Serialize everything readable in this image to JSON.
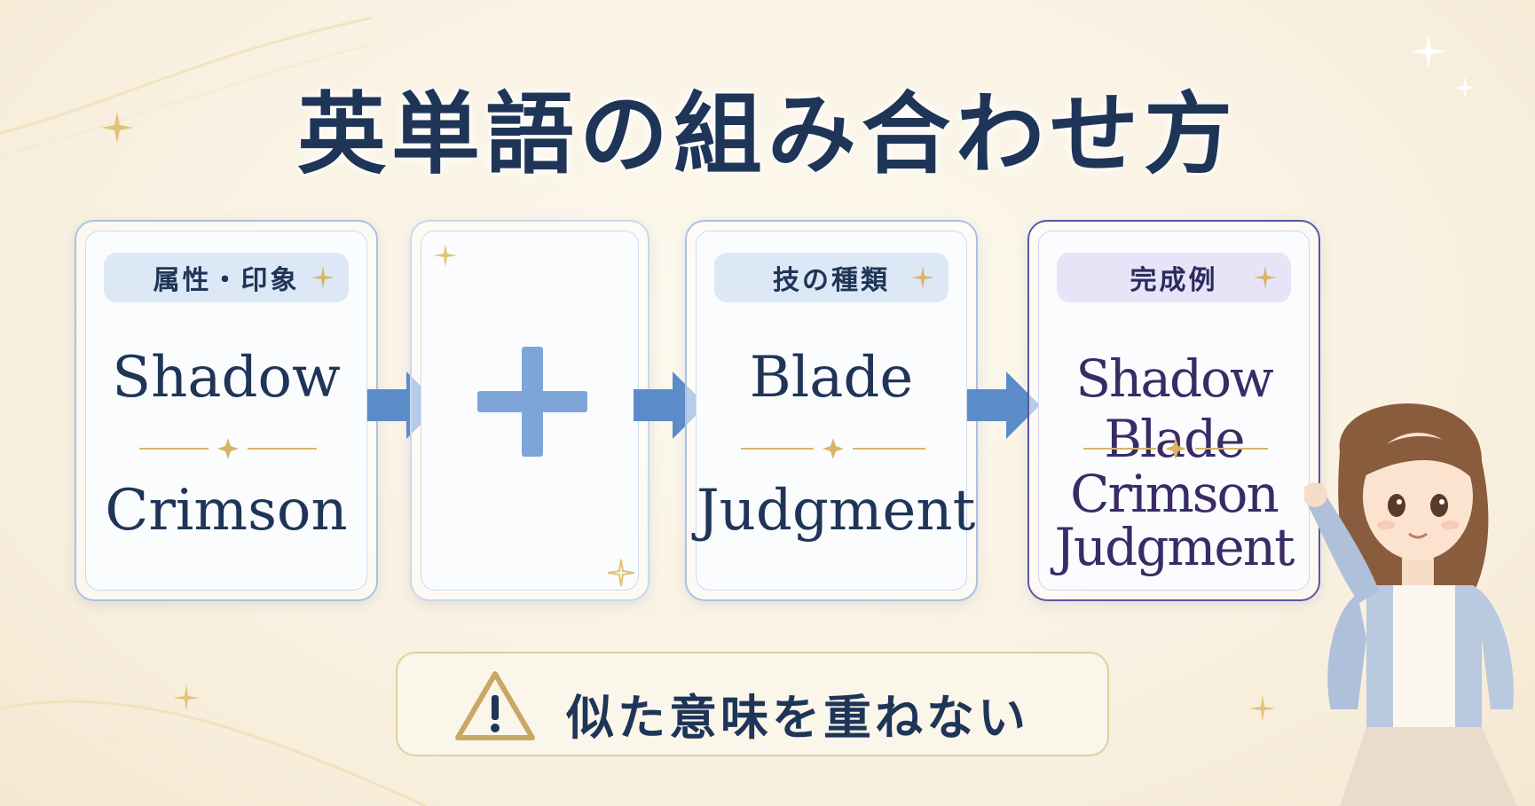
{
  "title": "英単語の組み合わせ方",
  "cards": [
    {
      "label": "属性・印象",
      "words": [
        "Shadow",
        "Crimson"
      ]
    },
    {
      "label": "",
      "words": []
    },
    {
      "label": "技の種類",
      "words": [
        "Blade",
        "Judgment"
      ]
    },
    {
      "label": "完成例",
      "words": [
        "Shadow Blade",
        "Crimson",
        "Judgment"
      ]
    }
  ],
  "warning": {
    "icon": "warning-icon",
    "text": "似た意味を重ねない"
  },
  "colors": {
    "navy": "#1f3558",
    "arrow_blue": "#5b8cc9",
    "gold": "#d9b467",
    "purple": "#5a55a8"
  }
}
